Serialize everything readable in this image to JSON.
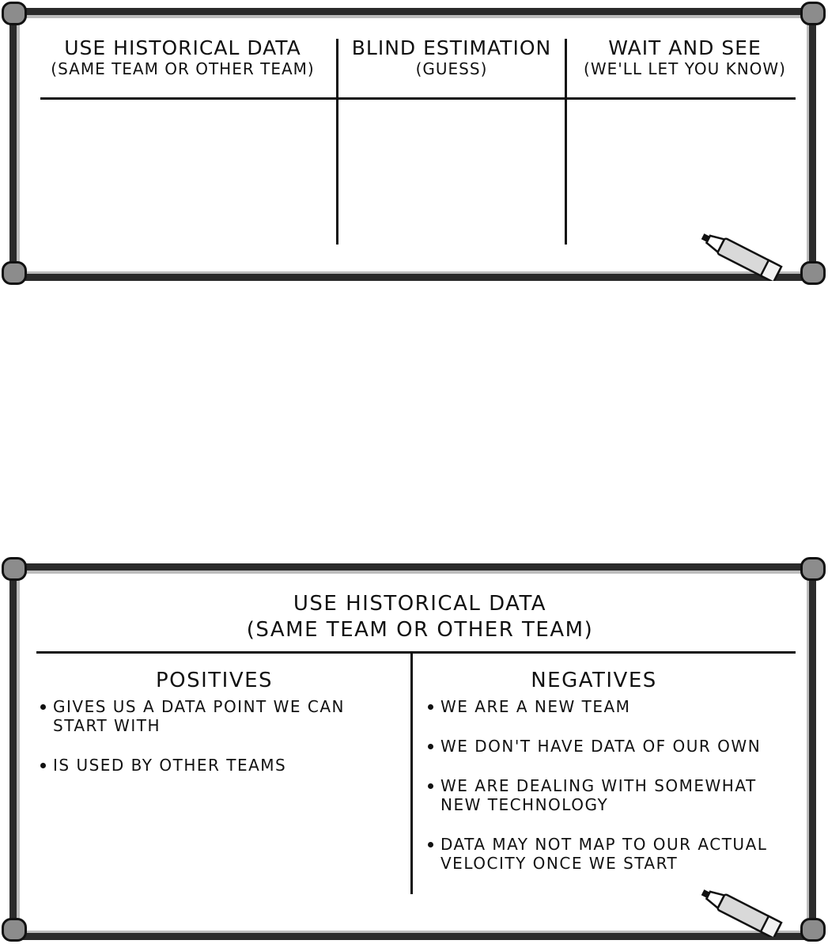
{
  "top_board": {
    "columns": [
      {
        "title": "USE HISTORICAL DATA",
        "subtitle": "(SAME TEAM OR OTHER TEAM)"
      },
      {
        "title": "BLIND ESTIMATION",
        "subtitle": "(GUESS)"
      },
      {
        "title": "WAIT AND SEE",
        "subtitle": "(WE'LL LET YOU KNOW)"
      }
    ]
  },
  "bottom_board": {
    "title_line1": "USE HISTORICAL DATA",
    "title_line2": "(SAME TEAM OR OTHER TEAM)",
    "positives": {
      "heading": "POSITIVES",
      "items": [
        "GIVES US A DATA POINT WE CAN START WITH",
        "IS USED BY OTHER TEAMS"
      ]
    },
    "negatives": {
      "heading": "NEGATIVES",
      "items": [
        "WE ARE A NEW TEAM",
        "WE DON'T HAVE DATA OF OUR OWN",
        "WE ARE DEALING WITH SOMEWHAT NEW TECHNOLOGY",
        "DATA MAY NOT MAP TO OUR ACTUAL VELOCITY ONCE WE START"
      ]
    }
  },
  "colors": {
    "frame": "#2b2b2b",
    "frame_highlight": "#bdbdbd",
    "corner_cap": "#8c8c8c",
    "ink": "#111111"
  },
  "icons": [
    "marker-icon"
  ]
}
